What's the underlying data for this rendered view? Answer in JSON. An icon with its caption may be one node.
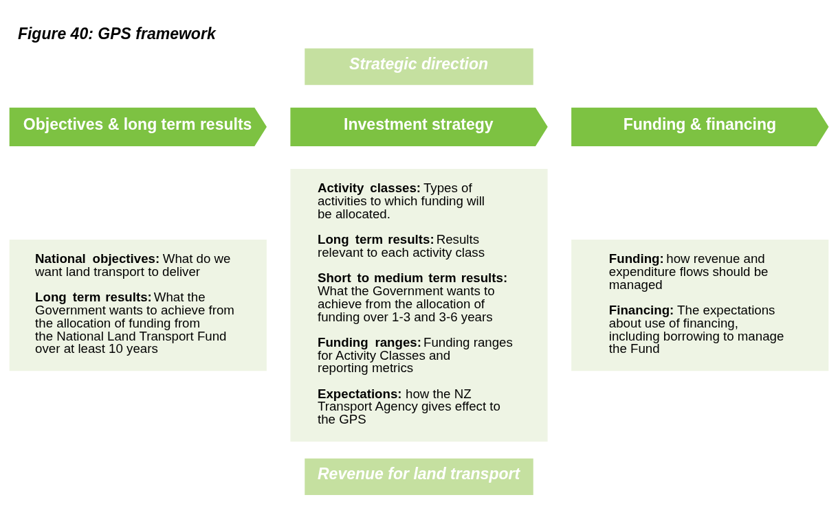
{
  "diagram": {
    "title": "Figure 40: GPS framework",
    "nodes": [
      {
        "text": [
          "Strategic direction"
        ]
      },
      {
        "text": [
          "Objectives & long term results"
        ]
      },
      {
        "text": [
          "Investment strategy"
        ]
      },
      {
        "text": [
          "Funding & financing"
        ]
      },
      {
        "text": [
          "**National objectives:** What do we want land transport to deliver",
          "**Long term results:** What the Government wants to achieve from the allocation of funding from the National Land Transport Fund over at least 10 years"
        ]
      },
      {
        "text": [
          "**Activity classes:** Types of activities to which funding will be allocated.",
          "**Long term results:** Results relevant to each activity class",
          "**Short to medium term results:** What the Government wants to achieve from the allocation of funding over 1-3 and 3-6 years",
          "**Funding ranges:** Funding ranges for Activity Classes and reporting metrics",
          "**Expectations:** how the NZ Transport Agency gives effect to the GPS"
        ]
      },
      {
        "text": [
          "**Funding:** how revenue and expenditure flows should be managed",
          "**Financing:** The expectations about use of financing, including borrowing to manage the Fund"
        ]
      },
      {
        "text": [
          "Revenue for land transport"
        ]
      }
    ]
  }
}
